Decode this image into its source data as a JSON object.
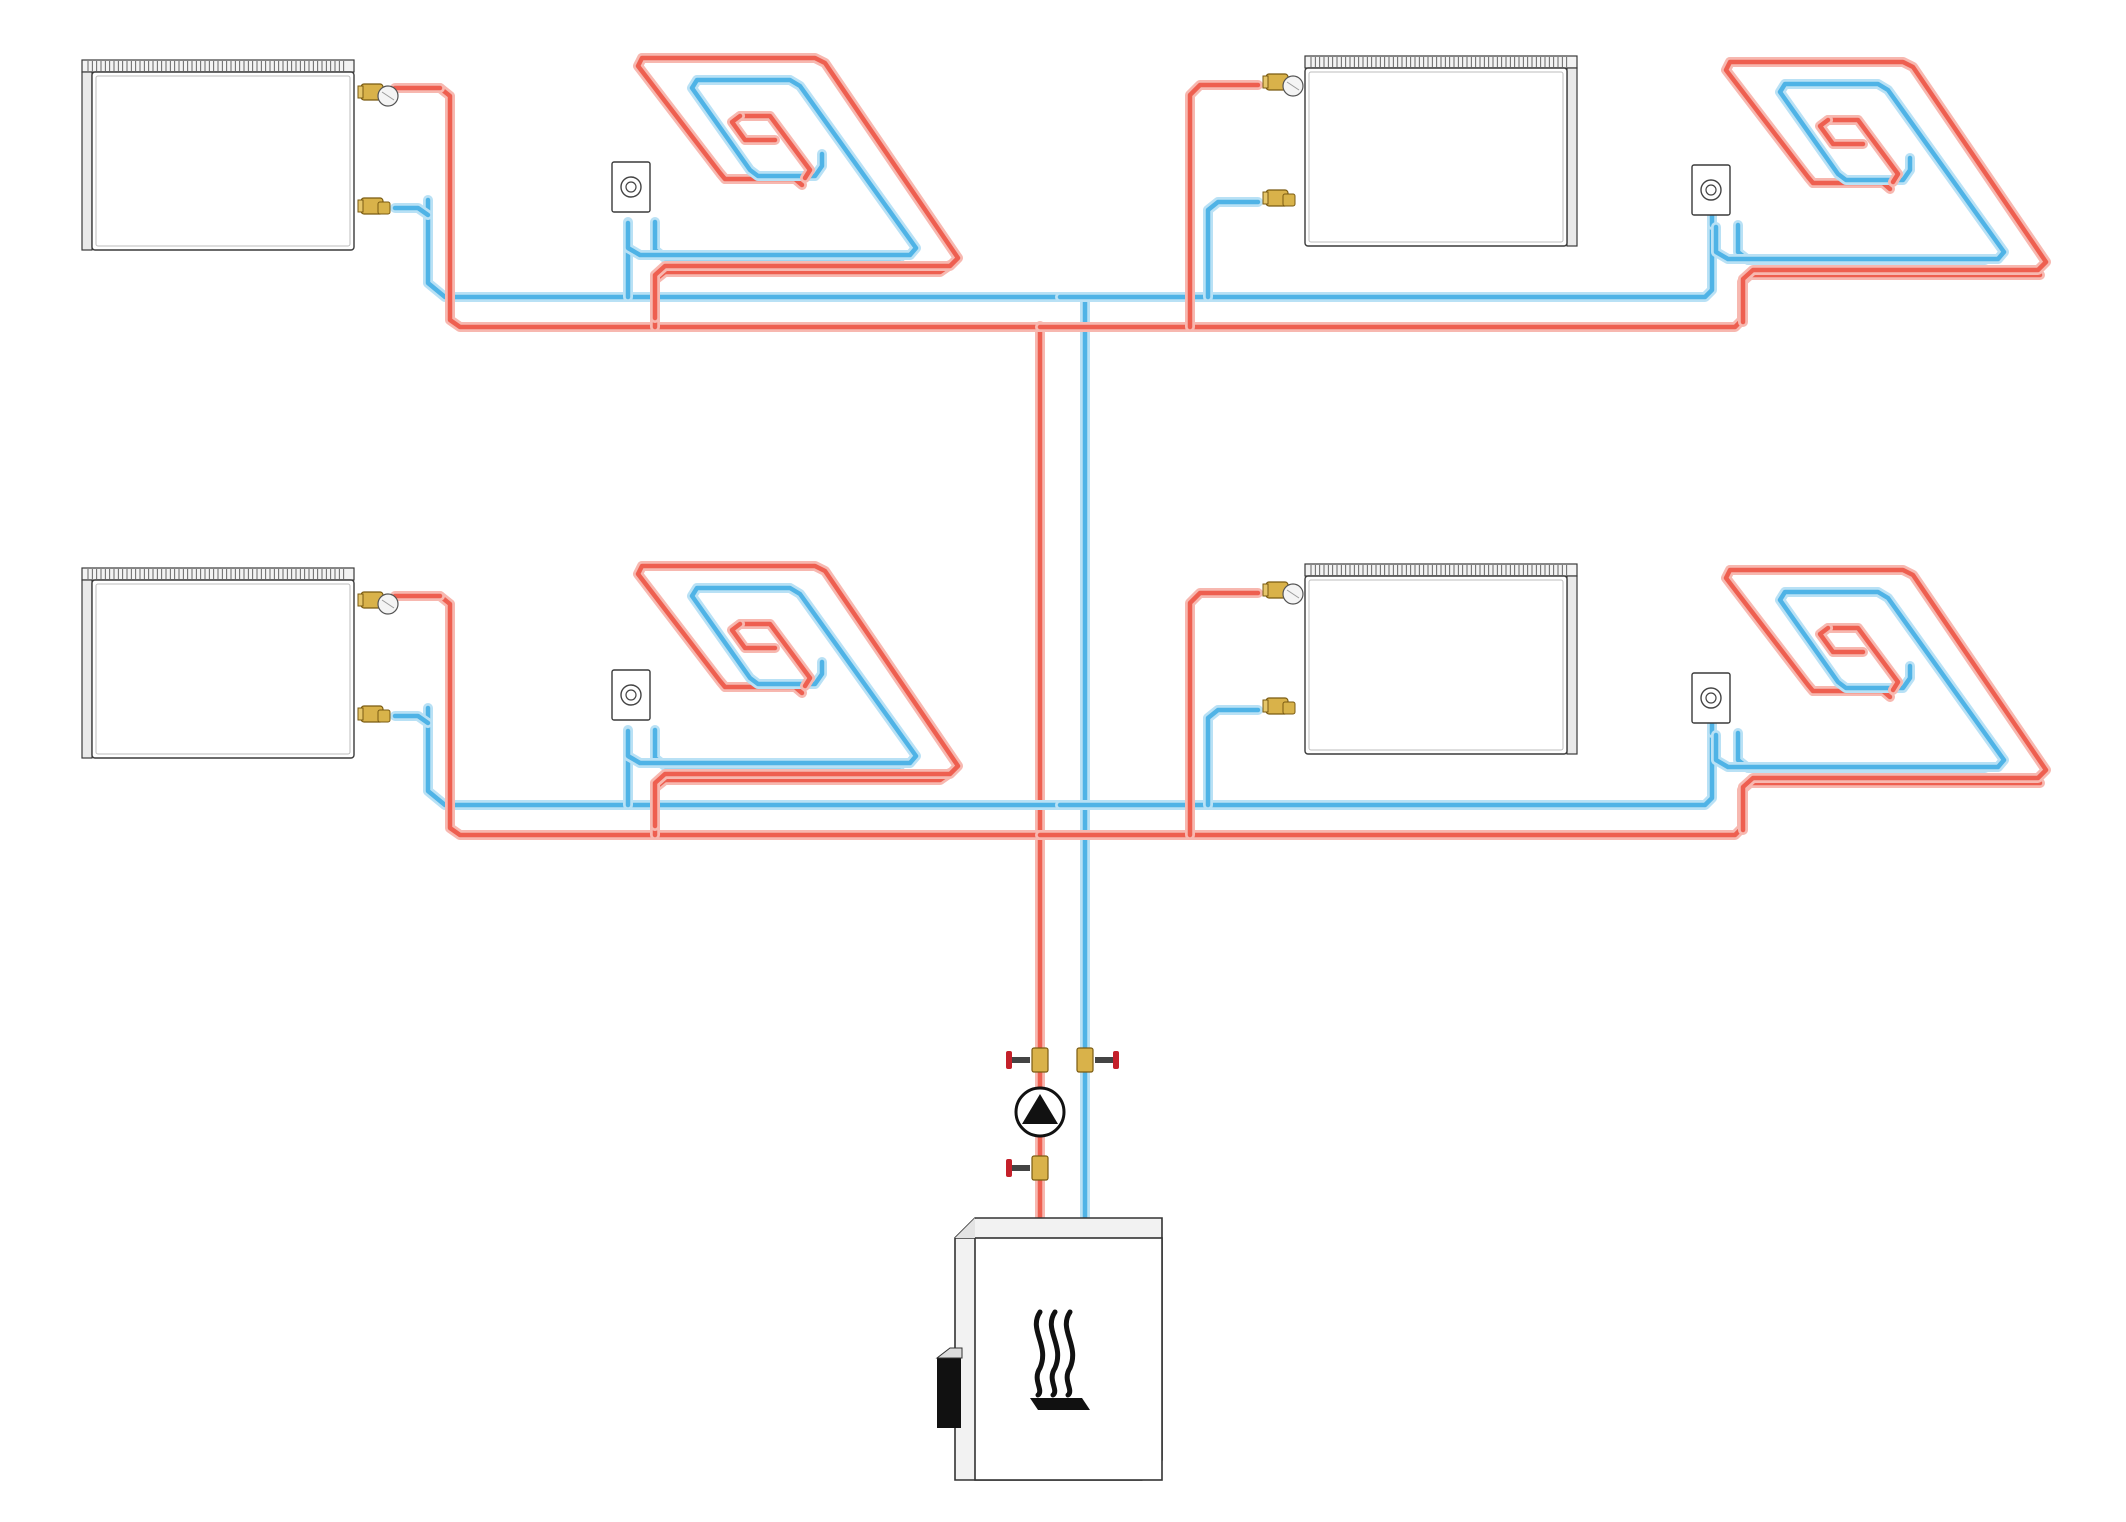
{
  "diagram": {
    "kind": "two-pipe heating system schematic",
    "colors": {
      "supply_pipe": "#ee5f50",
      "supply_pipe_glow": "#f7b8b0",
      "return_pipe": "#4fb3e6",
      "return_pipe_glow": "#b9e1f5",
      "outline": "#3a3a3a",
      "fitting_brass": "#d9b24a",
      "valve_handle": "#c4202a",
      "radiator_fill": "#ffffff"
    },
    "floors": [
      {
        "id": "upper-floor",
        "components": [
          "radiator",
          "thermostat",
          "floor-heating-loop",
          "radiator",
          "thermostat",
          "floor-heating-loop"
        ]
      },
      {
        "id": "lower-floor",
        "components": [
          "radiator",
          "thermostat",
          "floor-heating-loop",
          "radiator",
          "thermostat",
          "floor-heating-loop"
        ]
      }
    ],
    "plant": {
      "pump": "circulation-pump",
      "valves": [
        "shutoff-valve",
        "shutoff-valve",
        "shutoff-valve"
      ],
      "boiler": "boiler",
      "boiler_icon": "heat-waves-icon"
    },
    "icons": {
      "pump": "pump-triangle-icon",
      "thermostat": "thermostat-dial-icon",
      "boiler": "heat-waves-icon"
    }
  }
}
